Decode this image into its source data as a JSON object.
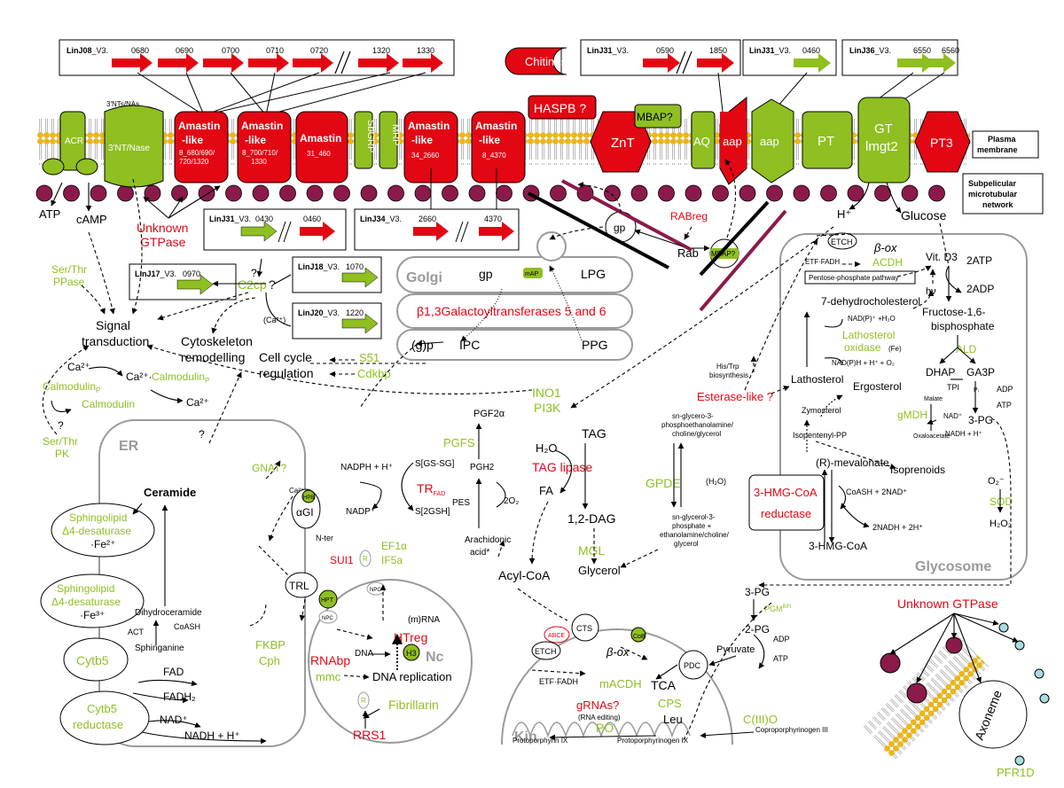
{
  "colors": {
    "red": "#e30613",
    "green": "#8fbf21",
    "membrane_head": "#f2b705",
    "granule": "#8b1a4b",
    "gray": "#9a9a9a"
  },
  "gene_box_lin08": {
    "chrom": "LinJ08",
    "v": "_V3.",
    "genes": [
      "0680",
      "0690",
      "0700",
      "0710",
      "0720",
      "1320",
      "1330"
    ]
  },
  "gene_box_lin31a": {
    "chrom": "LinJ31",
    "v": "_V3.",
    "genes": [
      "0590",
      "1850"
    ]
  },
  "gene_box_lin31b": {
    "chrom": "LinJ31",
    "v": "_V3.",
    "genes": [
      "0460"
    ]
  },
  "gene_box_lin36": {
    "chrom": "LinJ36",
    "v": "_V3.",
    "genes": [
      "6550",
      "6560"
    ]
  },
  "gene_box_lin31c": {
    "chrom": "LinJ31",
    "v": "_V3.",
    "genes": [
      "0430",
      "0460"
    ]
  },
  "gene_box_lin34": {
    "chrom": "LinJ34",
    "v": "_V3.",
    "genes": [
      "2660",
      "4370"
    ]
  },
  "gene_box_lin17": {
    "chrom": "LinJ17",
    "v": "_V3.",
    "genes": [
      "0970"
    ]
  },
  "gene_box_lin18": {
    "chrom": "LinJ18",
    "v": "_V3.",
    "genes": [
      "1070"
    ]
  },
  "gene_box_lin20": {
    "chrom": "LinJ20",
    "v": "_V3.",
    "genes": [
      "1220"
    ]
  },
  "membrane": {
    "chitinase": "Chitinase",
    "haspb": "HASPB ?",
    "mbap": "MBAP?",
    "nts": "3'NTs/NAs",
    "acr": "ACR",
    "nase": "3'NT/Nase",
    "amastin1": [
      "Amastin",
      "-like",
      "8_680/690/",
      "720/1320"
    ],
    "amastin2": [
      "Amastin",
      "-like",
      "8_700/710/",
      "1330"
    ],
    "amastin3": [
      "Amastin",
      "31_460"
    ],
    "sbgrp": "SbGRP",
    "mrp": "MRP",
    "amastin4": [
      "Amastin",
      "-like",
      "34_2660"
    ],
    "amastin5": [
      "Amastin",
      "-like",
      "8_4370"
    ],
    "znt": "ZnT",
    "aq": "AQ",
    "aap1": "aap",
    "aap2": "aap",
    "pt": "PT",
    "gt": [
      "GT",
      "lmgt2"
    ],
    "pt3": "PT3",
    "plasma": [
      "Plasma",
      "membrane"
    ],
    "subpel": [
      "Subpelicular",
      "microtubular",
      "network"
    ]
  },
  "signalling": {
    "atp": "ATP",
    "camp": "cAMP",
    "unknown_gtpase": [
      "Unknown",
      "GTPase"
    ],
    "ser_thr_ppase": [
      "Ser/Thr",
      "PPase"
    ],
    "signal": [
      "Signal",
      "transduction"
    ],
    "cytoskel": [
      "Cytoskeleton",
      "remodelling"
    ],
    "cellcycle": [
      "Cell cycle",
      "regulation"
    ],
    "s51": "S51",
    "cdkbp": "Cdkbp",
    "c2cp": "C2cp",
    "c2cp_q": "?",
    "q1": "?",
    "ca2": "(Ca²⁺)",
    "ca_a": "Ca²⁺",
    "ca_b": "Ca²⁺·",
    "calmod_p1": "Calmodulin",
    "calmod_p2": "Calmodulin",
    "p_sub": "P",
    "ca_c": "Ca²⁺",
    "calmodulin": "Calmodulin",
    "q2": "?",
    "ser_thr_pk": [
      "Ser/Thr",
      "PK"
    ],
    "q3": "?"
  },
  "golgi": {
    "title": "Golgi",
    "gp": "gp",
    "map": "mAP",
    "lpg": "LPG",
    "galt": "β1,3Galactoyltransferases 5 and 6",
    "gp2": "(g)p",
    "ipc": "IPC",
    "ppg": "PPG",
    "gp_ball": "gp",
    "rab": "Rab",
    "rabreg": "RABreg",
    "mbap2": "MBAP?"
  },
  "ino": [
    "INO1",
    "PI3K"
  ],
  "er": {
    "title": "ER",
    "ceramide": "Ceramide",
    "sphingo1": [
      "Sphingolipid",
      "Δ4-desaturase",
      "·Fe²⁺"
    ],
    "sphingo2": [
      "Sphingolipid",
      "Δ4-desaturase",
      "·Fe³⁺"
    ],
    "dihydro": "Dihydroceramide",
    "coash": "CoASH",
    "act": "ACT",
    "sphinganine": "Sphinganine",
    "cytb5": "Cytb5",
    "fad": "FAD",
    "fadh": "FADH₂",
    "cytb5r": [
      "Cytb5",
      "reductase"
    ],
    "nadp": "NAD⁺",
    "nadh": "NADH + H⁺",
    "gnat": "GNAT?",
    "agi": "αGI",
    "hpb": "HPB",
    "ca_er": "Ca²⁺",
    "nter": "N-ter",
    "r": "R",
    "ef1a": "EF1α",
    "if5a": "IF5a",
    "sui1": "SUI1",
    "trl": "TRL",
    "fkbp": "FKBP",
    "cph": "Cph"
  },
  "prost": {
    "nadph": "NADPH + H⁺",
    "nadp": "NADP⁺",
    "sgs": "S[GS-SG]",
    "s2gsh": "S[2GSH]",
    "tr": "TR",
    "fad": "FAD",
    "pgh2": "PGH2",
    "pgf2a": "PGF2α",
    "pgfs": "PGFS",
    "pes": "PES",
    "o2": "2O₂",
    "arach": [
      "Arachidonic",
      "acid*"
    ]
  },
  "lipid": {
    "h2o": "H₂O",
    "tag": "TAG",
    "tag_lipase": "TAG lipase",
    "fa": "FA",
    "dag": "1,2-DAG",
    "mgl": "MGL",
    "glycerol": "Glycerol",
    "acylcoa": "Acyl-CoA",
    "gpde": "GPDE",
    "h2o2": "(H₂O)",
    "sn1": [
      "sn-glycero-3-",
      "phosphoethanolamine/",
      "choline/glycerol"
    ],
    "sn2": [
      "sn-glycerol-3-",
      "phosphate  +",
      "ethanolamine/choline/",
      "glycerol"
    ]
  },
  "nucleus": {
    "title": "Nc",
    "hpt": "HPT",
    "npc1": "NPC",
    "npc2": "NPC",
    "rna": "(m)RNA",
    "htreg": "HTreg",
    "rnabp": "RNAbp",
    "mmc": "mmc",
    "dna": "DNA",
    "h3": "H3",
    "dnarep": "DNA replication",
    "fibrillarin": "Fibrillarin",
    "rrs1": "RRS1",
    "r": "R",
    "q": "?"
  },
  "kin": {
    "title": "Kin",
    "abce": "ABCE",
    "cts": "CTS",
    "etch": "ETCH",
    "cob": "CoB",
    "box": "β-ox",
    "etf": "ETF·FADH",
    "macdh": "mACDH",
    "tca": "TCA",
    "pdc": "PDC",
    "pyruvate": "Pyruvate",
    "gRNA": "gRNAs?",
    "rnaed": "(RNA editing)",
    "cps": "CPS",
    "leu": "Leu",
    "c3o": "C(III)O",
    "po": "PO",
    "protoix": "Protoporphyrin IX",
    "protogen": "Protoporphyrinogen IX",
    "copro": "Coproporphyrinogen III"
  },
  "glyc": {
    "title": "Glycosome",
    "etch": "ETCH",
    "box": "β-ox",
    "etf": "ETF·FADH",
    "acdh": "ACDH",
    "ppp": "Pentose-phosphate pathway",
    "vitd3": "Vit. D3",
    "hv": "hν",
    "dhc": "7-dehydrocholesterol",
    "nadp1": "NAD(P)⁺ +H₂O",
    "lath_ox": [
      "Lathosterol",
      "oxidase"
    ],
    "fe": "(Fe)",
    "nadph1": "NAD(P)H + H⁺ + O₂",
    "lath": "Lathosterol",
    "ergo": "Ergosterol",
    "zymo": "Zymosterol",
    "isopentenyl": "Isopentenyl-PP",
    "mevalonate": "(R)-mevalonate",
    "isoprenoids": "Isoprenoids",
    "hmg_red": [
      "3-HMG-CoA",
      "reductase"
    ],
    "coash": "CoASH + 2NAD⁺",
    "nadh2": "2NADH + 2H⁺",
    "hmgcoa": "3-HMG-CoA",
    "atp2": "2ATP",
    "adp2": "2ADP",
    "fbp": [
      "Fructose-1,6-",
      "bisphosphate"
    ],
    "ald": "ALD",
    "dhap": "DHAP",
    "ga3p": "GA3P",
    "tpi": "TPI",
    "pi": "Pᵢ",
    "adp": "ADP",
    "atp": "ATP",
    "pg3": "3-PG",
    "malate": "Malate",
    "gmdh": "gMDH",
    "nad": "NAD⁺",
    "nadh": "NADH + H⁺",
    "oxa": "Oxaloacetate",
    "o2": "O₂⁻",
    "sod": "SOD",
    "h2o2": "H₂O₂",
    "his": [
      "His/Trp",
      "biosynthesis"
    ],
    "esterase": "Esterase-like ?",
    "h": "H⁺",
    "glucose": "Glucose"
  },
  "cyto": {
    "pg3": "3-PG",
    "pgm": "PGM",
    "bpi": "BPI",
    "pg2": "2-PG",
    "adp": "ADP",
    "atp": "ATP",
    "unknown": "Unknown GTPase",
    "axoneme": "Axoneme",
    "pfr1d": "PFR1D"
  }
}
